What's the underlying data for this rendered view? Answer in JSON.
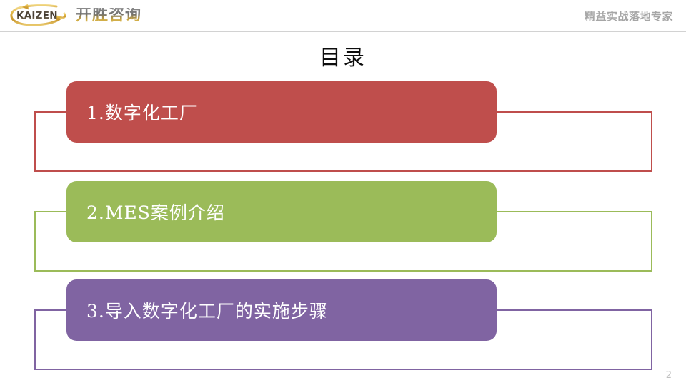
{
  "header": {
    "logo": {
      "mark_text": "KAIZEN",
      "mark_icon": "kaizen-swoosh-ellipse-icon",
      "company_name_cn": "开胜咨询",
      "gold_color": "#D6A62B",
      "mark_text_color": "#4A4036"
    },
    "tagline": "精益实战落地专家",
    "tagline_color": "#A6A6A6",
    "divider_color": "#D2D2D2"
  },
  "slide": {
    "title": "目录",
    "page_number": "2",
    "background": "#FFFFFF"
  },
  "toc": {
    "items": [
      {
        "index": "1",
        "label": "1.数字化工厂",
        "color": "#BF4E4C",
        "text_color": "#FFFFFF"
      },
      {
        "index": "2",
        "label": "2.MES案例介绍",
        "color": "#9BBB59",
        "text_color": "#FFFFFF"
      },
      {
        "index": "3",
        "label": "3.导入数字化工厂的实施步骤",
        "color": "#8064A2",
        "text_color": "#FFFFFF"
      }
    ]
  }
}
